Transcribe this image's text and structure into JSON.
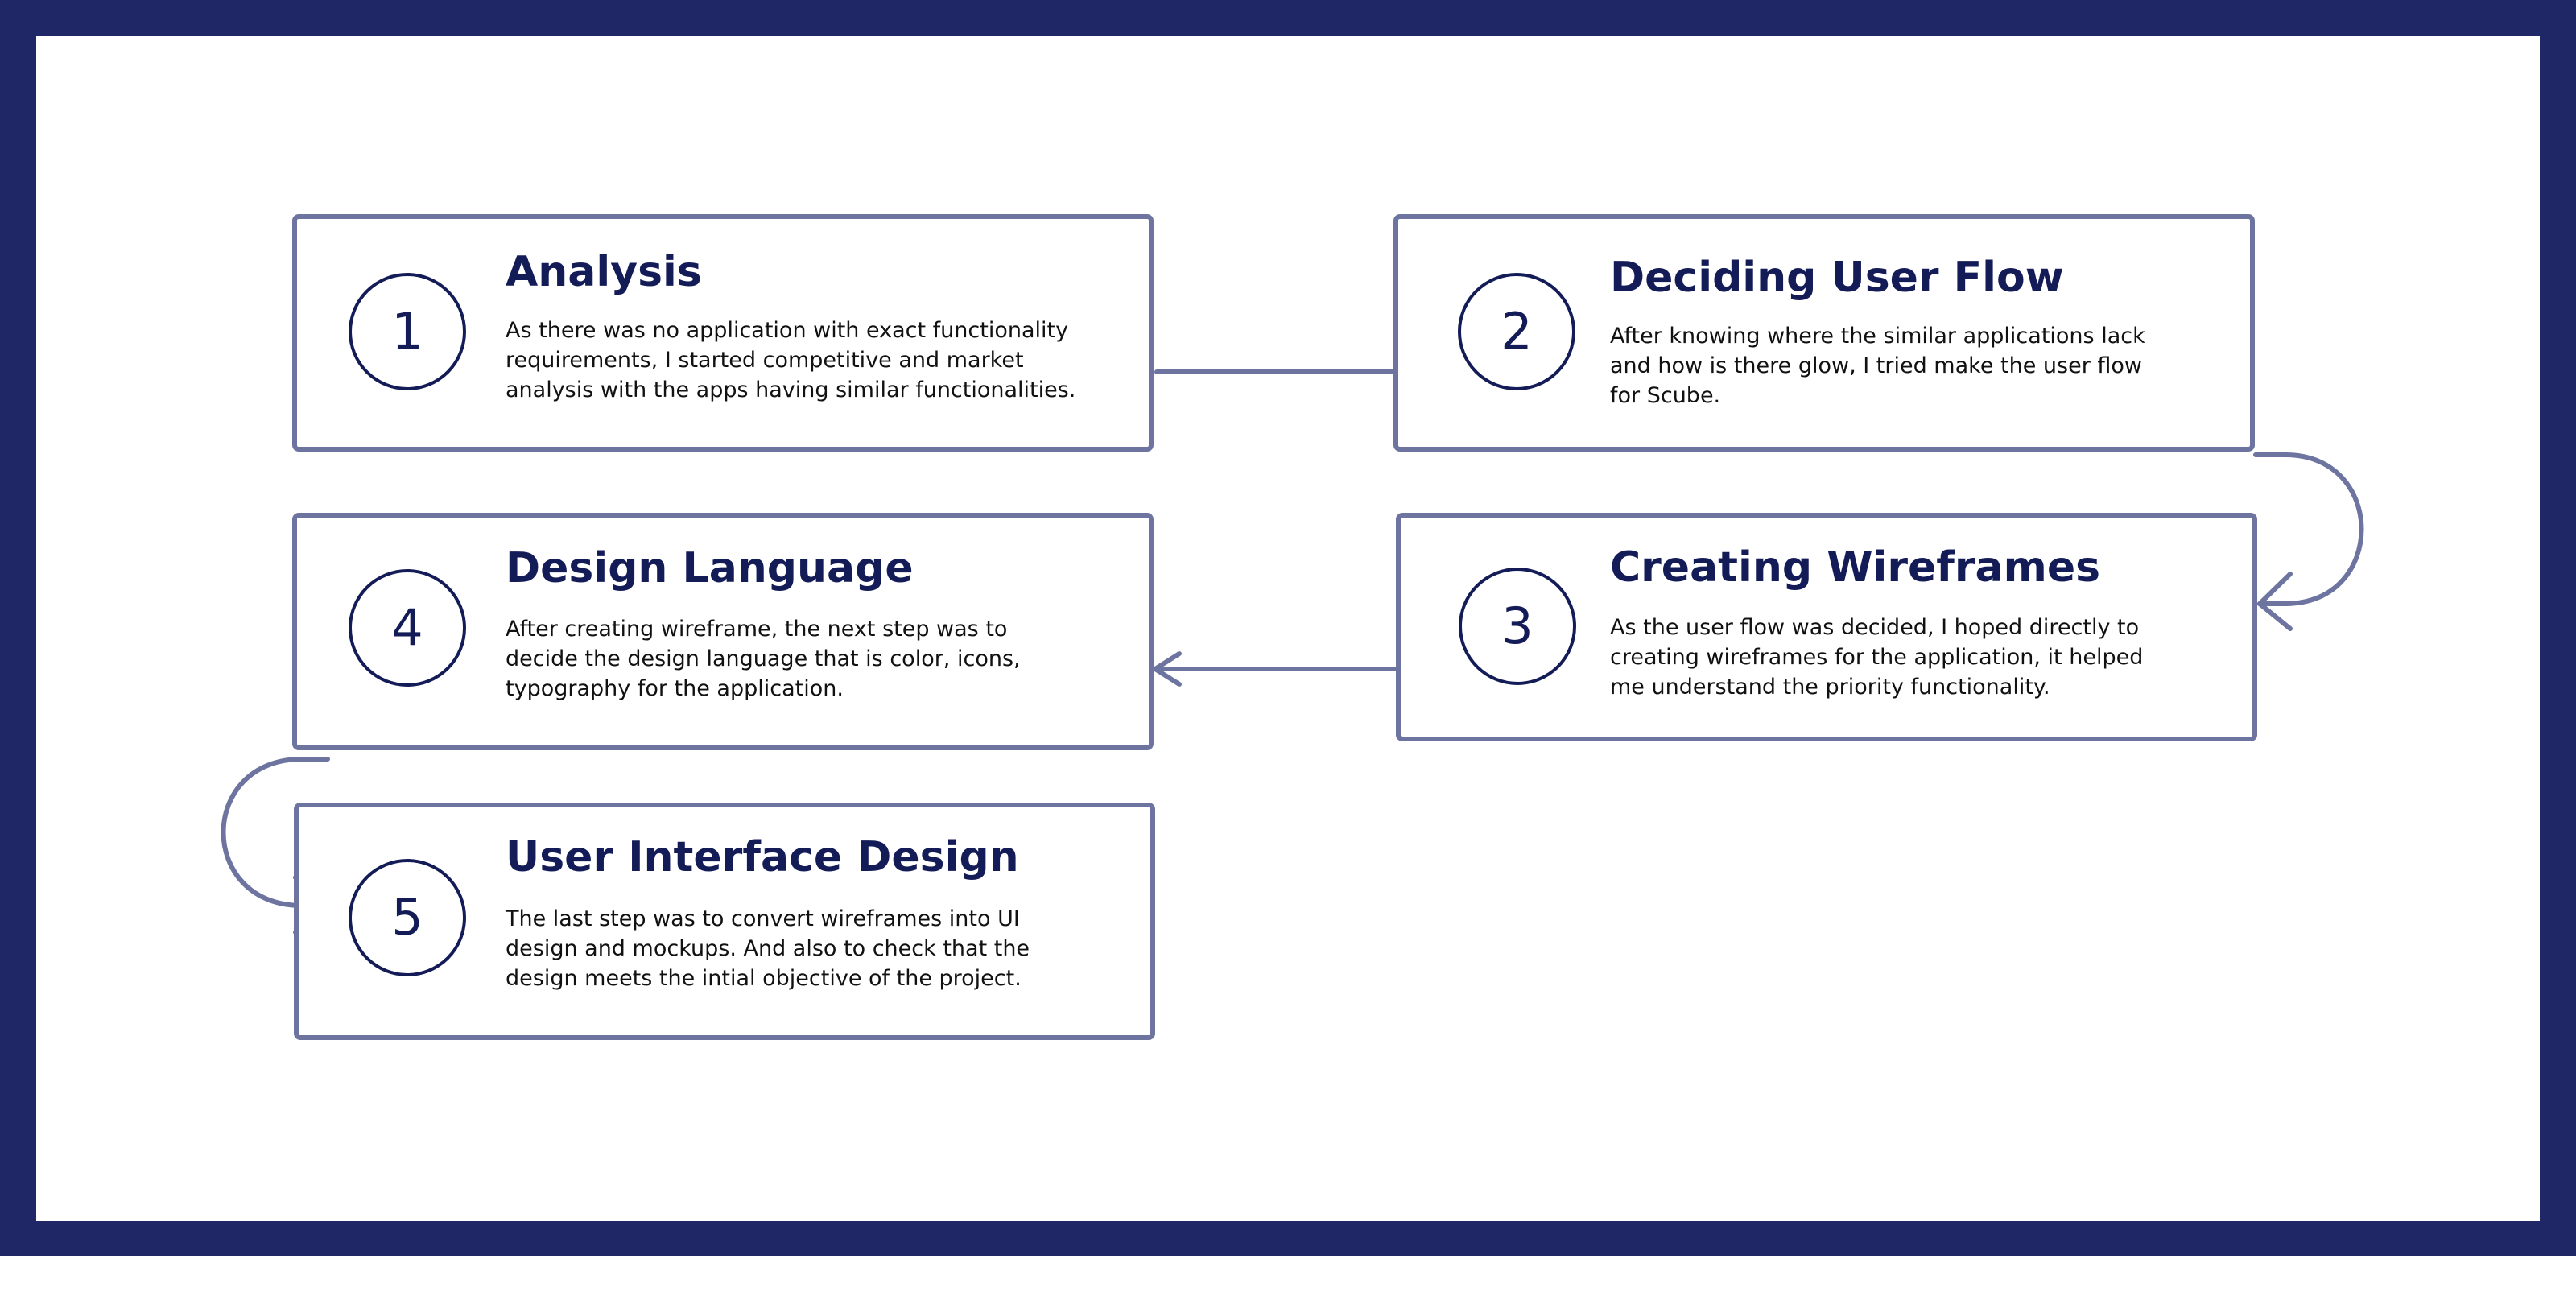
{
  "colors": {
    "frame": "#1f2766",
    "card_border": "#6d74a0",
    "connector": "#6d74a0",
    "heading": "#141c58",
    "body_text": "#111111"
  },
  "steps": [
    {
      "number": "1",
      "title": "Analysis",
      "description": "As there was no application with exact functionality requirements, I started competitive and market analysis with the apps having similar functionalities."
    },
    {
      "number": "2",
      "title": "Deciding User Flow",
      "description": "After knowing where the similar applications lack and how is there glow, I tried make the user flow for Scube."
    },
    {
      "number": "3",
      "title": "Creating Wireframes",
      "description": "As the user flow was decided, I hoped directly to creating wireframes for the application, it helped me understand the priority functionality."
    },
    {
      "number": "4",
      "title": "Design Language",
      "description": "After creating wireframe, the next step was to decide the design language that is color, icons, typography for the application."
    },
    {
      "number": "5",
      "title": "User Interface Design",
      "description": "The last step was to convert wireframes into UI design and mockups. And also to check that the design meets the intial objective of the project."
    }
  ],
  "connections": [
    {
      "from": "1",
      "to": "2"
    },
    {
      "from": "2",
      "to": "3"
    },
    {
      "from": "3",
      "to": "4"
    },
    {
      "from": "4",
      "to": "5"
    }
  ]
}
